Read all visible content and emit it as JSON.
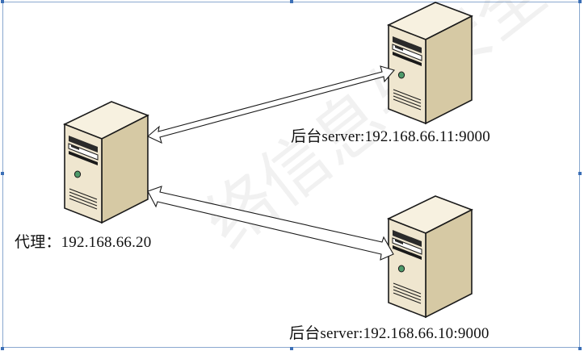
{
  "diagram": {
    "proxy_label": "代理：192.168.66.20",
    "server_top_label": "后台server:192.168.66.11:9000",
    "server_bottom_label": "后台server:192.168.66.10:9000"
  },
  "watermark": {
    "text": "络信息与安全研究"
  },
  "colors": {
    "frame": "#8aa8cf",
    "handle": "#3b6fb6",
    "server_front": "#efe6cf",
    "server_side": "#d6c9a4",
    "server_top": "#f7f1e0",
    "outline": "#1a1a1a",
    "led": "#4e9a6a"
  },
  "icons": {
    "proxy": "server-tower-icon",
    "backend_top": "server-tower-icon",
    "backend_bottom": "server-tower-icon"
  }
}
